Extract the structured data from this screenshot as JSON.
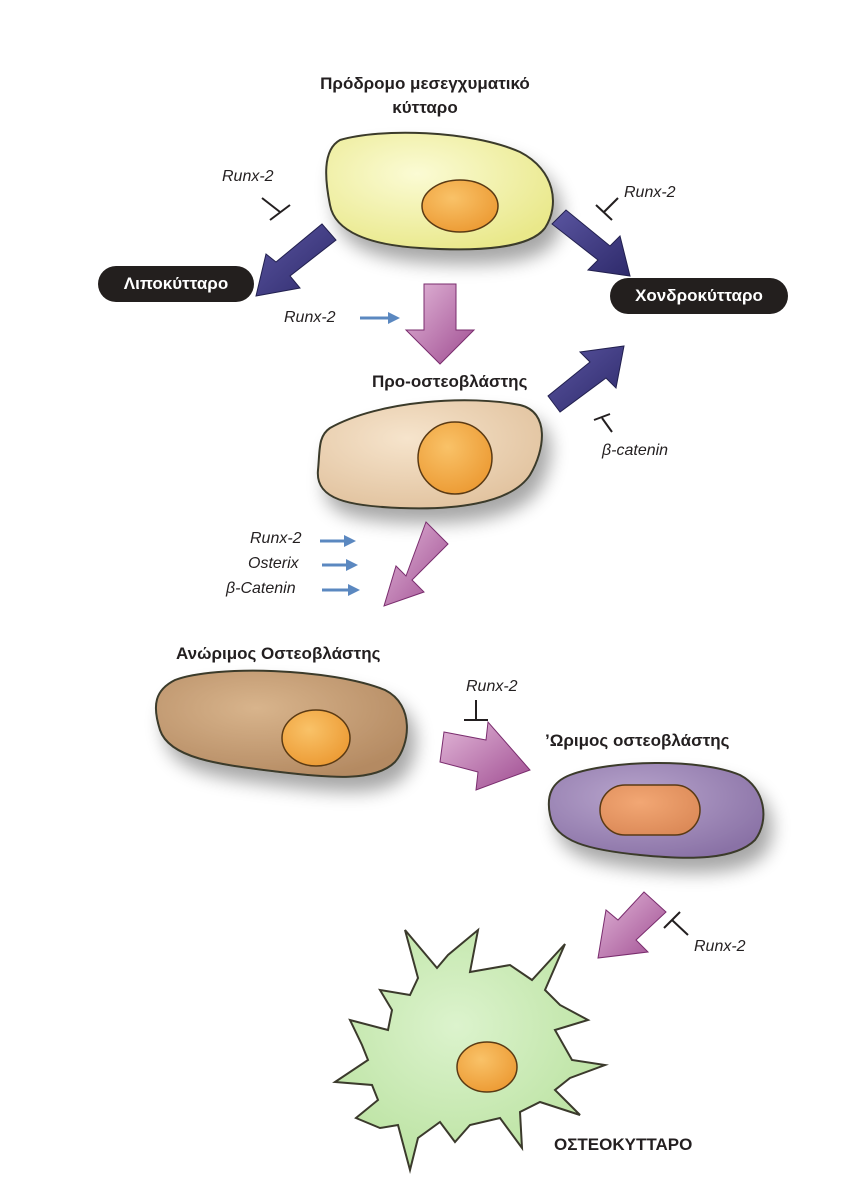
{
  "cells": {
    "mesenchymal": "Πρόδρομο μεσεγχυματικό κύτταρο",
    "pre_osteoblast": "Προ-οστεοβλάστης",
    "immature_osteoblast": "Ανώριμος Οστεοβλάστης",
    "mature_osteoblast": "’Ωριμος οστεοβλάστης",
    "osteocyte": "ΟΣΤΕΟΚΥΤΤΑΡΟ"
  },
  "fates": {
    "adipocyte": "Λιποκύτταρο",
    "chondrocyte": "Χονδροκύτταρο"
  },
  "regulators": {
    "runx2_inhibit_adipocyte": "Runx-2",
    "runx2_inhibit_chondrocyte": "Runx-2",
    "runx2_promote_pre": "Runx-2",
    "beta_catenin_inhibit_chondrocyte": "β-catenin",
    "runx2_promote_immature": "Runx-2",
    "osterix_promote_immature": "Osterix",
    "beta_catenin_promote_immature": "β-Catenin",
    "runx2_inhibit_mature": "Runx-2",
    "runx2_inhibit_osteocyte": "Runx-2"
  },
  "colors": {
    "inhibitory_arrow": "#3f3a82",
    "promoting_arrow": "#b76ea9",
    "activator_arrow": "#5b88c0",
    "mesenchymal_cell": "#f1efa2",
    "pre_osteoblast_cell": "#ecd4b4",
    "immature_cell": "#c6a078",
    "mature_cell": "#9c86b6",
    "osteocyte_cell": "#c8eab1",
    "nucleus": "#f2a740"
  }
}
